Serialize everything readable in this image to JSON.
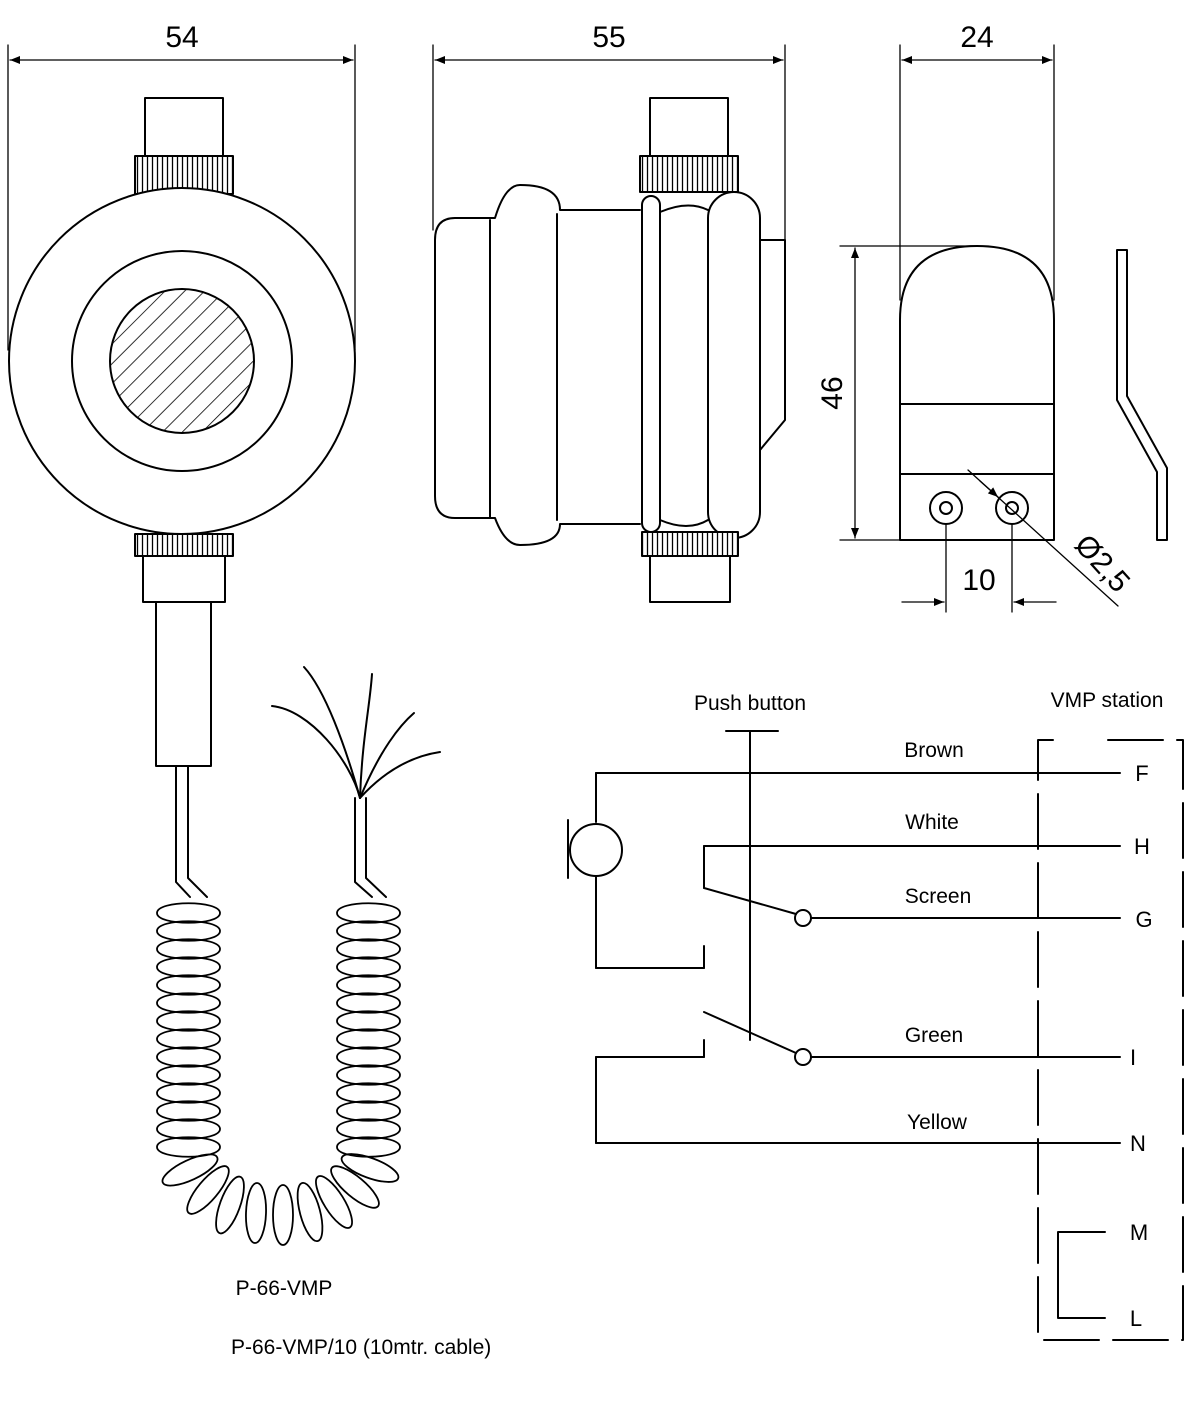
{
  "dimensions": {
    "front_width": "54",
    "side_width": "55",
    "end_width": "24",
    "end_height": "46",
    "hole_spacing": "10",
    "hole_diameter": "Ø2,5"
  },
  "wiring": {
    "push_button_label": "Push button",
    "station_label": "VMP station",
    "wires": [
      {
        "color": "Brown",
        "terminal": "F"
      },
      {
        "color": "White",
        "terminal": "H"
      },
      {
        "color": "Screen",
        "terminal": "G"
      },
      {
        "color": "Green",
        "terminal": "I"
      },
      {
        "color": "Yellow",
        "terminal": "N"
      }
    ],
    "extra_terminals": [
      "M",
      "L"
    ]
  },
  "captions": {
    "model": "P-66-VMP",
    "model_variant": "P-66-VMP/10 (10mtr. cable)"
  },
  "colors": {
    "line": "#000000",
    "background": "#ffffff"
  }
}
